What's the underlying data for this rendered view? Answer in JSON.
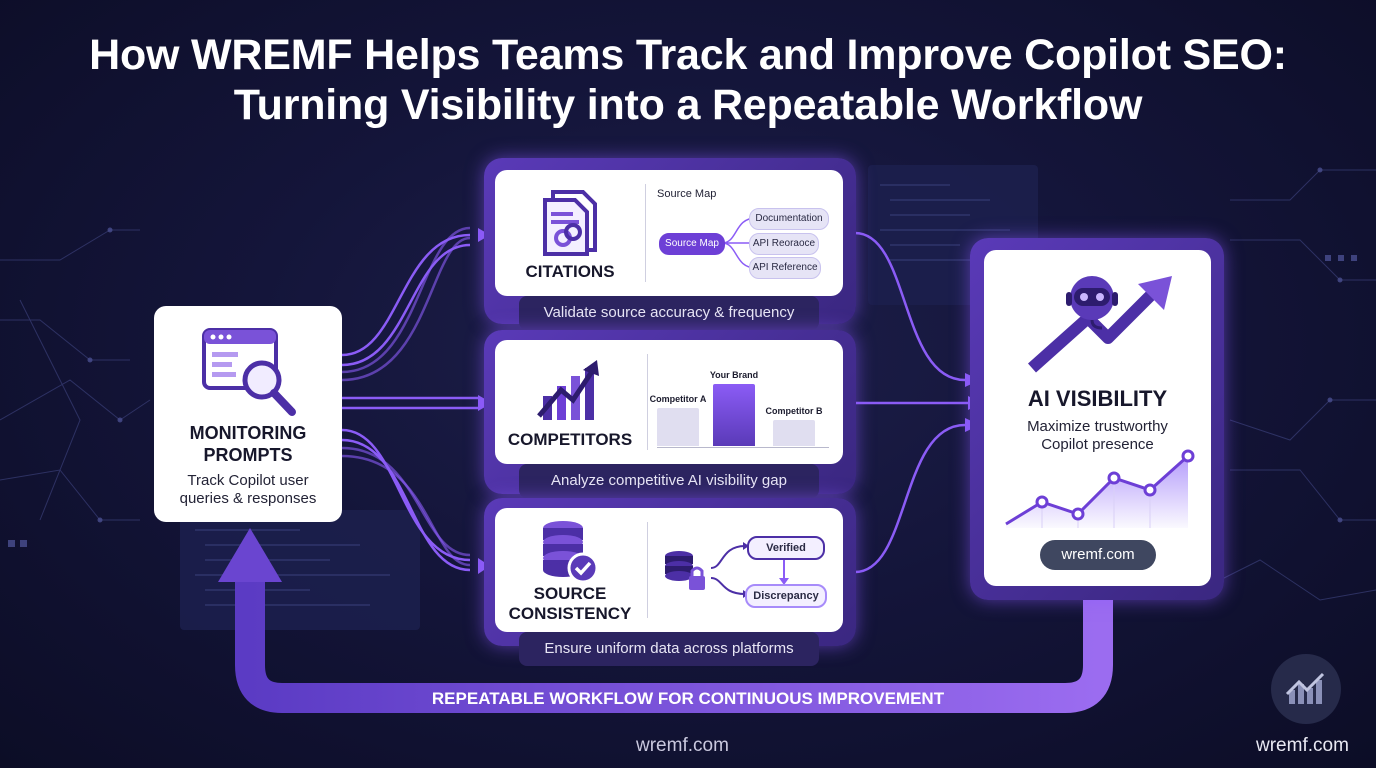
{
  "title": {
    "line1": "How WREMF Helps Teams Track and Improve Copilot SEO:",
    "line2": "Turning Visibility into a Repeatable Workflow"
  },
  "monitoring": {
    "title_line1": "MONITORING",
    "title_line2": "PROMPTS",
    "desc_line1": "Track Copilot user",
    "desc_line2": "queries & responses",
    "icon": "browser-search-icon"
  },
  "citations": {
    "label": "CITATIONS",
    "icon": "linked-document-icon",
    "source_map_heading": "Source Map",
    "source_map_node": "Source Map",
    "sources": [
      "Documentation",
      "API Reoraoce",
      "API Reference"
    ],
    "caption": "Validate source accuracy & frequency"
  },
  "competitors": {
    "label": "COMPETITORS",
    "icon": "growth-bars-icon",
    "bars": [
      {
        "label": "Competitor A",
        "value": 0.62
      },
      {
        "label": "Your Brand",
        "value": 1.0
      },
      {
        "label": "Competitor B",
        "value": 0.42
      }
    ],
    "caption": "Analyze competitive AI visibility gap"
  },
  "consistency": {
    "label_line1": "SOURCE",
    "label_line2": "CONSISTENCY",
    "icon": "database-check-icon",
    "db_icon": "database-lock-icon",
    "verified": "Verified",
    "discrepancy": "Discrepancy",
    "caption": "Ensure uniform data across platforms"
  },
  "ai_visibility": {
    "title": "AI VISIBILITY",
    "desc_line1": "Maximize trustworthy",
    "desc_line2": "Copilot presence",
    "icon": "robot-growth-icon",
    "link": "wremf.com"
  },
  "loop_label": "REPEATABLE WORKFLOW FOR CONTINUOUS IMPROVEMENT",
  "footer_center": "wremf.com",
  "footer_right": "wremf.com",
  "colors": {
    "accent": "#8b5cf6",
    "deep": "#4c2fa6",
    "background": "#14153a"
  }
}
